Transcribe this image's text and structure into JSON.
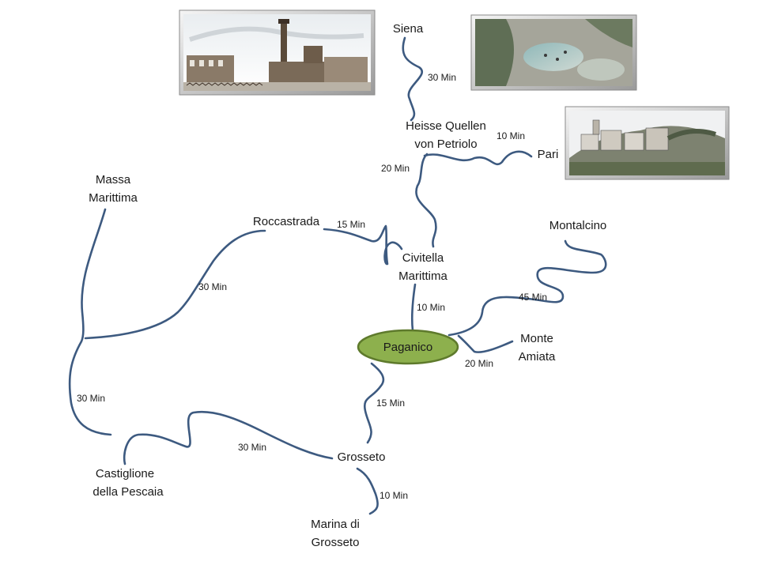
{
  "colors": {
    "road": "#3d5a80",
    "hub_fill": "#8db04d",
    "hub_stroke": "#5e7a2c",
    "photo_frame": "#9a9a9a"
  },
  "hub": {
    "label": "Paganico"
  },
  "places": {
    "siena": "Siena",
    "heisse_quellen_1": "Heisse Quellen",
    "heisse_quellen_2": "von Petriolo",
    "pari": "Pari",
    "massa_1": "Massa",
    "massa_2": "Marittima",
    "roccastrada": "Roccastrada",
    "civitella_1": "Civitella",
    "civitella_2": "Marittima",
    "montalcino": "Montalcino",
    "monte_amiata_1": "Monte",
    "monte_amiata_2": "Amiata",
    "grosseto": "Grosseto",
    "castiglione_1": "Castiglione",
    "castiglione_2": "della Pescaia",
    "marina_1": "Marina di",
    "marina_2": "Grosseto"
  },
  "times": {
    "siena_quellen": "30 Min",
    "quellen_pari": "10 Min",
    "quellen_civitella": "20 Min",
    "roccastrada_civitella": "15 Min",
    "civitella_paganico": "10 Min",
    "paganico_montalcino": "45 Min",
    "paganico_amiata": "20 Min",
    "paganico_grosseto": "15 Min",
    "roccastrada_junction": "30 Min",
    "massa_castiglione": "30 Min",
    "castiglione_grosseto": "30 Min",
    "grosseto_marina": "10 Min"
  },
  "photos": [
    {
      "name": "photo-siena-piazza",
      "icon": "town-square-photo-icon"
    },
    {
      "name": "photo-hot-springs",
      "icon": "hot-springs-photo-icon"
    },
    {
      "name": "photo-pari-village",
      "icon": "hill-village-photo-icon"
    }
  ]
}
